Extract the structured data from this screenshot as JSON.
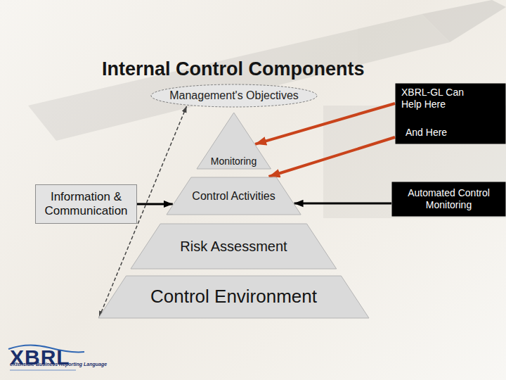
{
  "diagram": {
    "title": "Internal Control Components",
    "nodes": [
      {
        "text": [
          "Management's Objectives"
        ]
      },
      {
        "text": [
          "Monitoring"
        ]
      },
      {
        "text": [
          "Control Activities"
        ]
      },
      {
        "text": [
          "Risk Assessment"
        ]
      },
      {
        "text": [
          "Control Environment"
        ]
      },
      {
        "text": [
          "Information & Communication"
        ]
      },
      {
        "text": [
          "XBRL-GL Can Help Here",
          "And Here"
        ]
      },
      {
        "text": [
          "Automated Control Monitoring"
        ]
      }
    ],
    "edges": [
      {
        "from": 5,
        "to": 2,
        "arrow": "to"
      },
      {
        "from": 6,
        "to": 1,
        "arrow": "to"
      },
      {
        "from": 6,
        "to": 2,
        "arrow": "to"
      },
      {
        "from": 7,
        "to": 2,
        "arrow": "to"
      },
      {
        "from": 4,
        "to": 0,
        "arrow": "both"
      }
    ],
    "labels": [
      "XBRL",
      "eXtensible Business Reporting Language"
    ]
  }
}
